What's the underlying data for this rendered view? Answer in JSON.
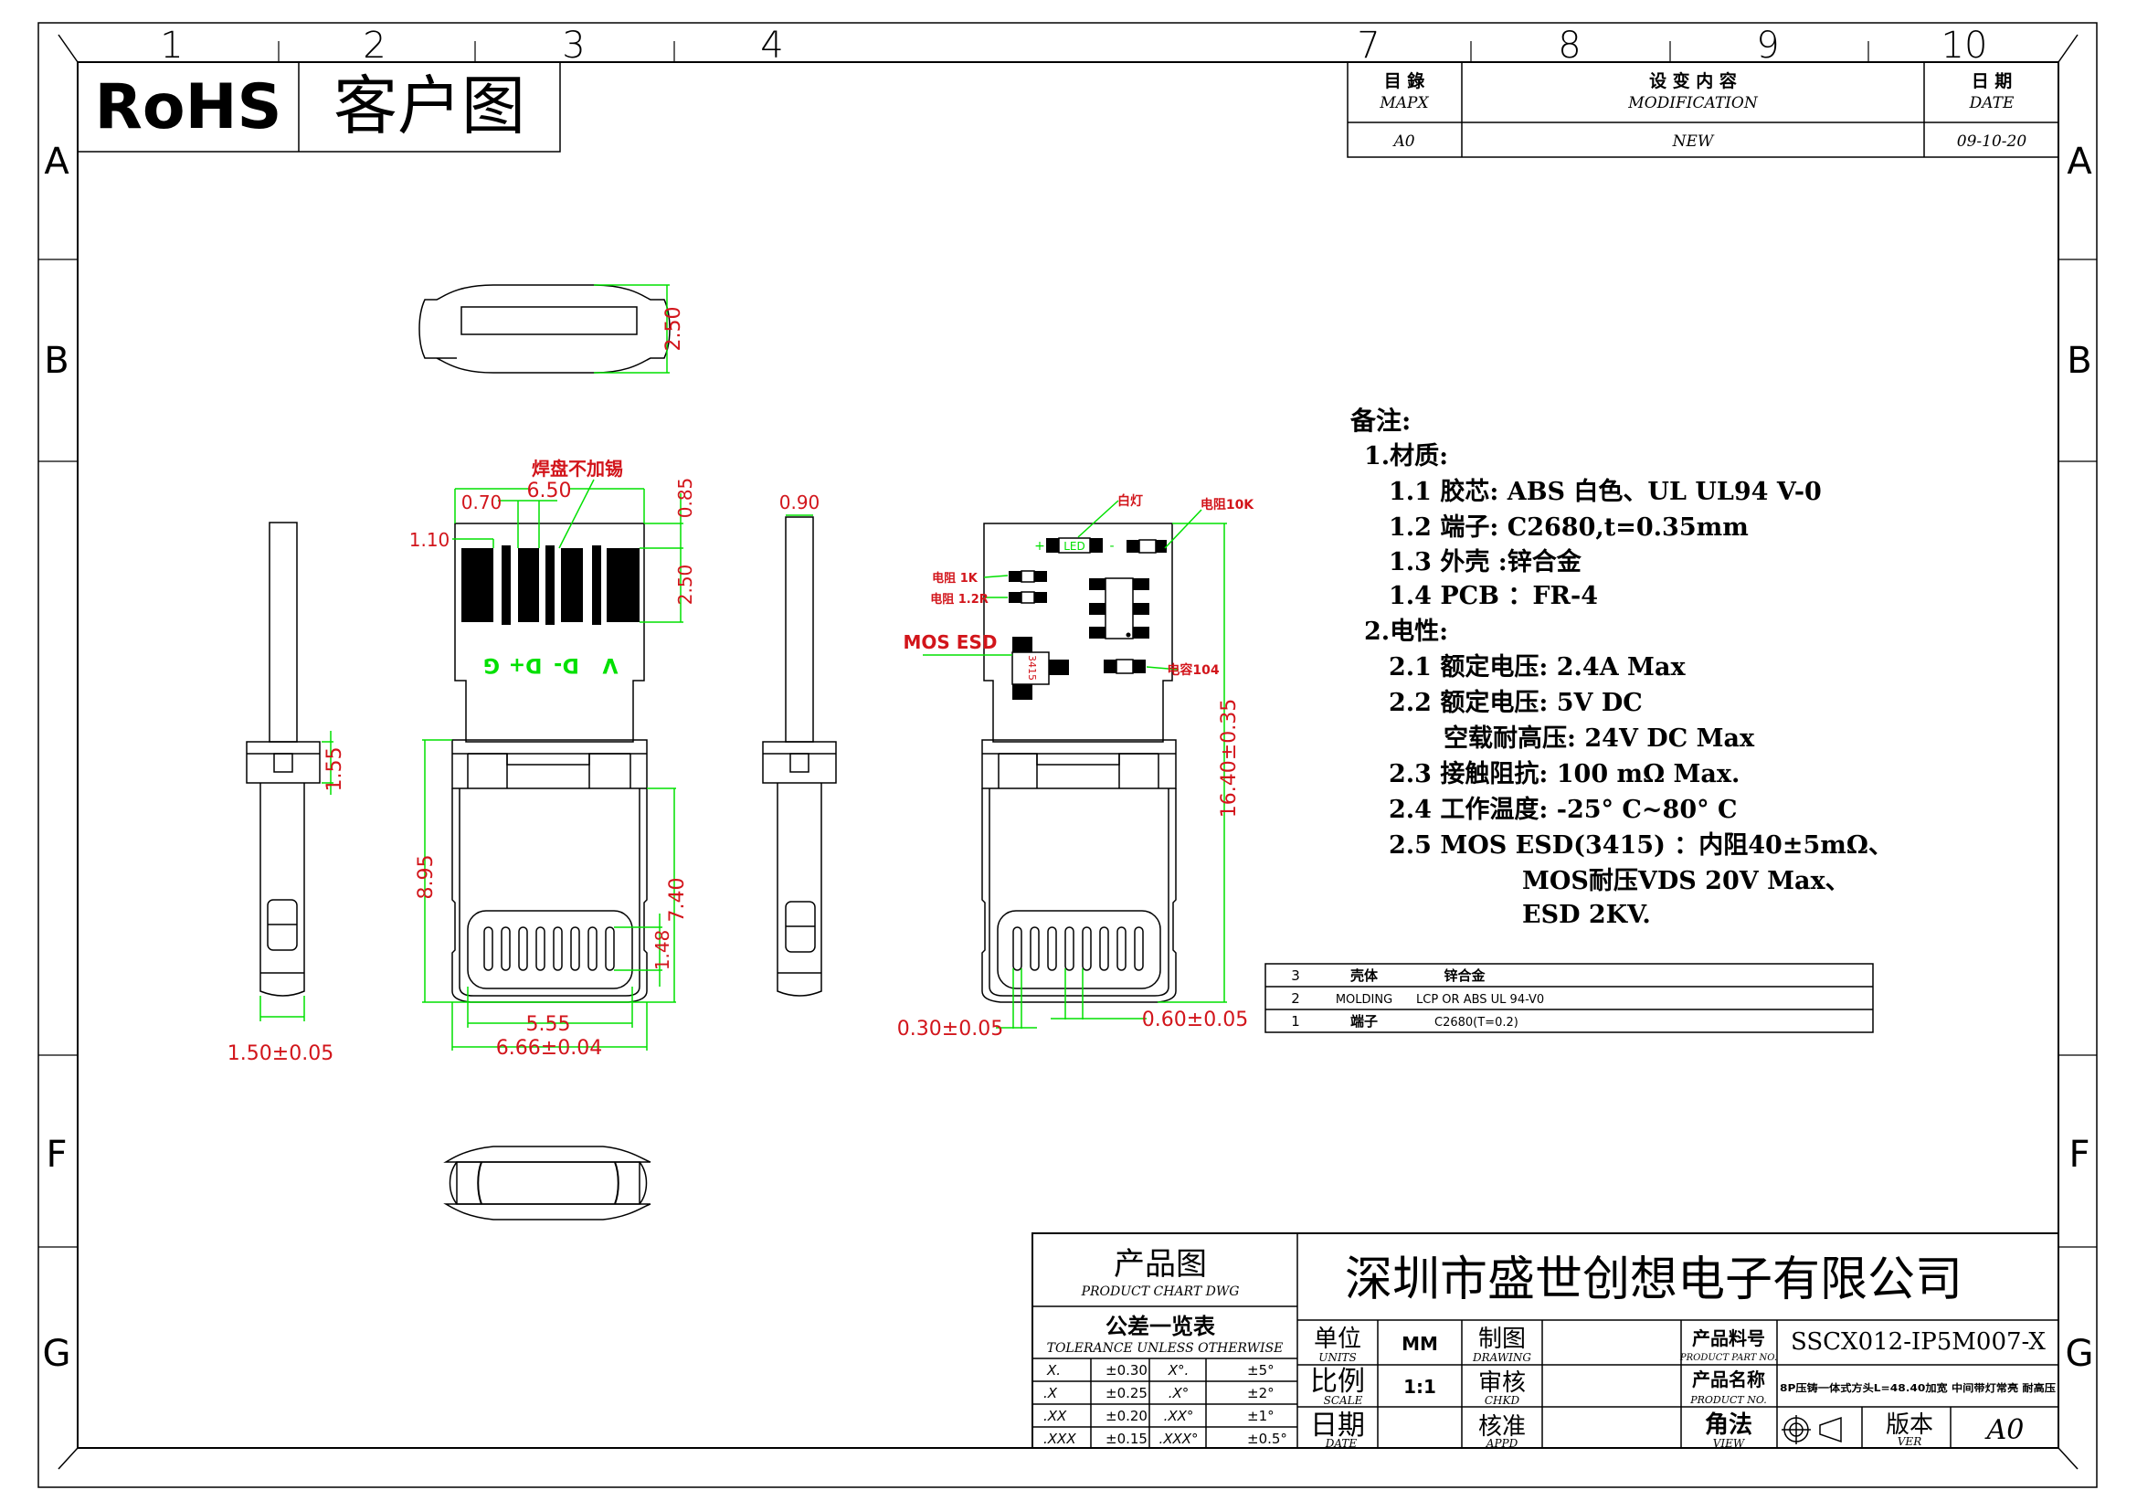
{
  "frame": {
    "col_labels": [
      "1",
      "2",
      "3",
      "4",
      "7",
      "8",
      "9",
      "10"
    ],
    "row_labels_left": [
      "A",
      "B",
      "F",
      "G"
    ],
    "row_labels_right": [
      "A",
      "B",
      "F",
      "G"
    ]
  },
  "header": {
    "rohs": "RoHS",
    "doc_type": "客户图"
  },
  "revision_table": {
    "col1_cn": "目 錄",
    "col1_en": "MAPX",
    "col2_cn": "设 变 内 容",
    "col2_en": "MODIFICATION",
    "col3_cn": "日 期",
    "col3_en": "DATE",
    "rows": [
      {
        "rev": "A0",
        "mod": "NEW",
        "date": "09-10-20"
      }
    ]
  },
  "notes": {
    "title": "备注:",
    "lines": [
      "1.材质:",
      "1.1 胶芯: ABS 白色、UL UL94 V-0",
      "1.2 端子: C2680,t=0.35mm",
      "1.3 外壳 :锌合金",
      "1.4 PCB ：FR-4",
      "2.电性:",
      "2.1 额定电压: 2.4A Max",
      "2.2 额定电压: 5V DC",
      "空载耐高压: 24V DC Max",
      "2.3 接触阻抗: 100 mΩ Max.",
      "2.4 工作温度: -25° C~80° C",
      "2.5  MOS ESD(3415) ：内阻40±5mΩ、",
      "MOS耐压VDS 20V Max、",
      "ESD 2KV."
    ]
  },
  "bom": [
    {
      "no": "3",
      "name": "壳体",
      "material": "锌合金"
    },
    {
      "no": "2",
      "name": "MOLDING",
      "material": "LCP OR ABS UL 94-V0"
    },
    {
      "no": "1",
      "name": "端子",
      "material": "C2680(T=0.2)"
    }
  ],
  "dimensions": {
    "top_end_height": "2.50",
    "pad_pitch_total": "6.50",
    "pad_width": "0.70",
    "pad_edge": "1.10",
    "pad_top_offset": "0.85",
    "pad_length": "2.50",
    "side_thickness": "0.90",
    "flange_height": "1.55",
    "side_width": "1.50±0.05",
    "body_length": "8.95",
    "plug_length": "7.40",
    "contact_length": "1.48",
    "inner_width": "5.55",
    "outer_width": "6.66±0.04",
    "total_length": "16.40±0.35",
    "contact_width": "0.30±0.05",
    "contact_pitch": "0.60±0.05"
  },
  "annotations": {
    "pad_note": "焊盘不加锡",
    "pin_labels": [
      "G",
      "D+",
      "D-",
      "V"
    ],
    "led_label": "LED",
    "led_plus": "+",
    "led_minus": "-",
    "white_led": "白灯",
    "r_10k": "电阻10K",
    "r_1k": "电阻 1K",
    "r_1_2r": "电阻 1.2R",
    "mos_esd": "MOS ESD",
    "mos_part": "3415",
    "cap_104": "电容104"
  },
  "title_block": {
    "product_chart_cn": "产品图",
    "product_chart_en": "PRODUCT CHART DWG",
    "tolerance_cn": "公差一览表",
    "tolerance_en": "TOLERANCE UNLESS OTHERWISE",
    "tolerance_rows": [
      {
        "lin": "X.",
        "lin_tol": "±0.30",
        "ang": "X°.",
        "ang_tol": "±5°"
      },
      {
        "lin": ".X",
        "lin_tol": "±0.25",
        "ang": ".X°",
        "ang_tol": "±2°"
      },
      {
        "lin": ".XX",
        "lin_tol": "±0.20",
        "ang": ".XX°",
        "ang_tol": "±1°"
      },
      {
        "lin": ".XXX",
        "lin_tol": "±0.15",
        "ang": ".XXX°",
        "ang_tol": "±0.5°"
      }
    ],
    "company": "深圳市盛世创想电子有限公司",
    "units_cn": "单位",
    "units_en": "UNITS",
    "units_val": "MM",
    "scale_cn": "比例",
    "scale_en": "SCALE",
    "scale_val": "1:1",
    "date_cn": "日期",
    "date_en": "DATE",
    "date_val": "",
    "drawing_cn": "制图",
    "drawing_en": "DRAWING",
    "drawing_val": "",
    "chkd_cn": "审核",
    "chkd_en": "CHKD",
    "chkd_val": "",
    "appd_cn": "核准",
    "appd_en": "APPD",
    "appd_val": "",
    "part_no_cn": "产品料号",
    "part_no_en": "PRODUCT PART NO.",
    "part_no_val": "SSCX012-IP5M007-X",
    "prod_name_cn": "产品名称",
    "prod_name_en": "PRODUCT  NO.",
    "prod_name_val": "8P压铸一体式方头L=48.40加宽 中间带灯常亮 耐高压",
    "view_cn": "角法",
    "view_en": "VIEW",
    "ver_cn": "版本",
    "ver_en": "VER",
    "ver_val": "A0"
  }
}
